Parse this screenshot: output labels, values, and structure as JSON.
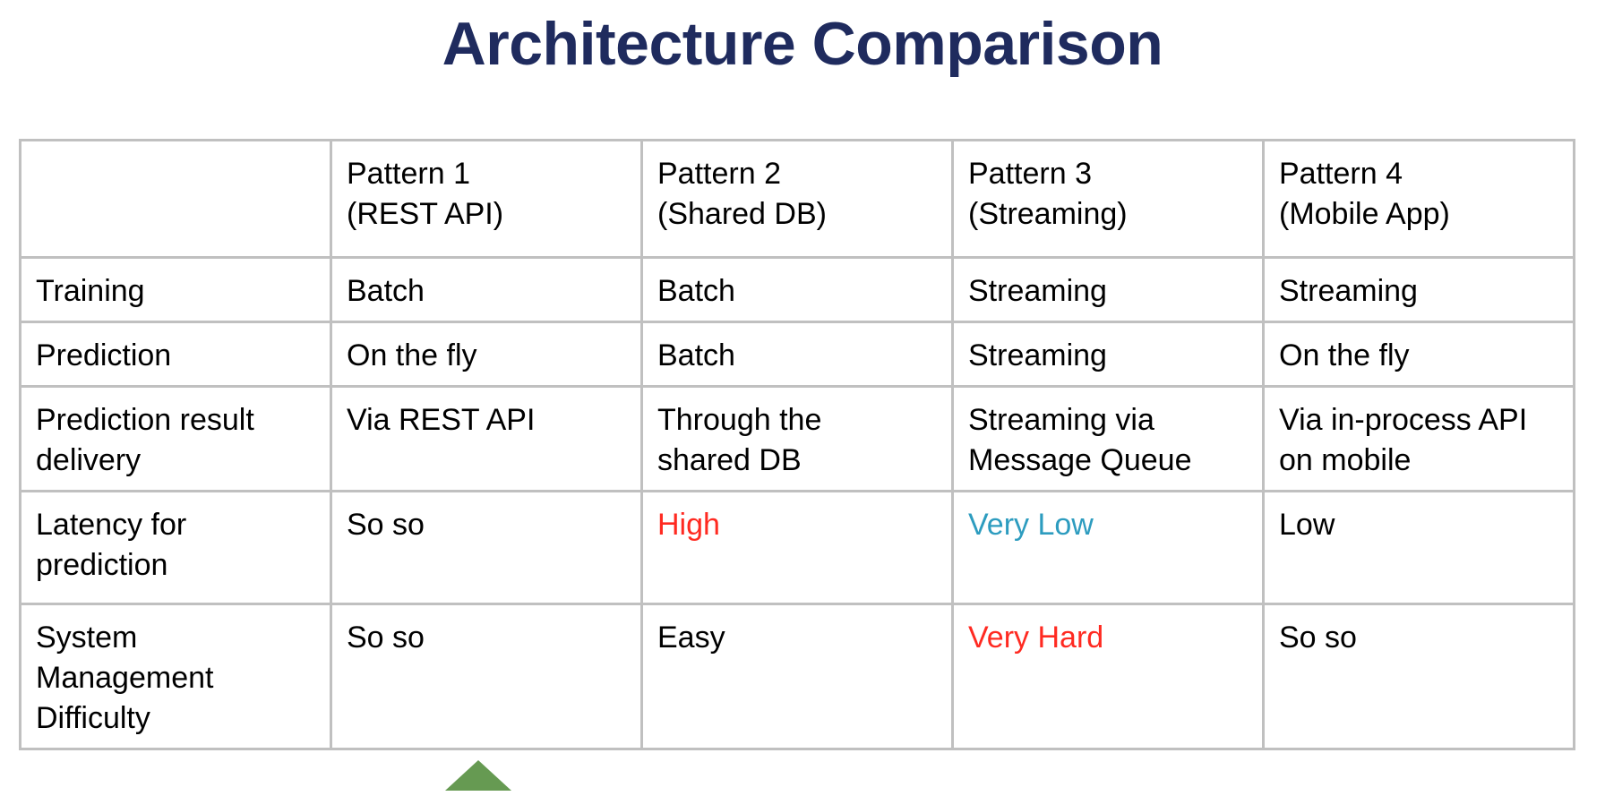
{
  "slide": {
    "title": "Architecture Comparison",
    "title_color": "#1F2B5E",
    "background_color": "#FFFFFF"
  },
  "colors": {
    "border": "#C0C0C0",
    "text": "#000000",
    "negative": "#FF2A21",
    "positive": "#2D9CBF",
    "accent_green": "#669A52"
  },
  "table": {
    "columns": [
      {
        "label_line1": "",
        "label_line2": ""
      },
      {
        "label_line1": "Pattern 1",
        "label_line2": "(REST API)"
      },
      {
        "label_line1": "Pattern 2",
        "label_line2": "(Shared DB)"
      },
      {
        "label_line1": "Pattern 3",
        "label_line2": "(Streaming)"
      },
      {
        "label_line1": "Pattern 4",
        "label_line2": "(Mobile App)"
      }
    ],
    "rows": [
      {
        "label_line1": "Training",
        "label_line2": "",
        "label_line3": "",
        "cells": [
          {
            "line1": "Batch",
            "line2": "",
            "color": "default"
          },
          {
            "line1": "Batch",
            "line2": "",
            "color": "default"
          },
          {
            "line1": "Streaming",
            "line2": "",
            "color": "default"
          },
          {
            "line1": "Streaming",
            "line2": "",
            "color": "default"
          }
        ]
      },
      {
        "label_line1": "Prediction",
        "label_line2": "",
        "label_line3": "",
        "cells": [
          {
            "line1": "On the fly",
            "line2": "",
            "color": "default"
          },
          {
            "line1": "Batch",
            "line2": "",
            "color": "default"
          },
          {
            "line1": "Streaming",
            "line2": "",
            "color": "default"
          },
          {
            "line1": "On the fly",
            "line2": "",
            "color": "default"
          }
        ]
      },
      {
        "label_line1": "Prediction result",
        "label_line2": "delivery",
        "label_line3": "",
        "cells": [
          {
            "line1": "Via REST API",
            "line2": "",
            "color": "default"
          },
          {
            "line1": "Through the",
            "line2": "shared DB",
            "color": "default"
          },
          {
            "line1": "Streaming via",
            "line2": "Message Queue",
            "color": "default"
          },
          {
            "line1": "Via in-process API",
            "line2": "on mobile",
            "color": "default"
          }
        ]
      },
      {
        "label_line1": "Latency for",
        "label_line2": "prediction",
        "label_line3": "",
        "cells": [
          {
            "line1": "So so",
            "line2": "",
            "color": "default"
          },
          {
            "line1": "High",
            "line2": "",
            "color": "negative"
          },
          {
            "line1": "Very Low",
            "line2": "",
            "color": "positive"
          },
          {
            "line1": "Low",
            "line2": "",
            "color": "default"
          }
        ]
      },
      {
        "label_line1": "System",
        "label_line2": "Management",
        "label_line3": "Difficulty",
        "cells": [
          {
            "line1": "So so",
            "line2": "",
            "color": "default"
          },
          {
            "line1": "Easy",
            "line2": "",
            "color": "default"
          },
          {
            "line1": "Very Hard",
            "line2": "",
            "color": "negative"
          },
          {
            "line1": "So so",
            "line2": "",
            "color": "default"
          }
        ]
      }
    ]
  },
  "decoration": {
    "bottom_marker": "green-chevron-icon"
  }
}
